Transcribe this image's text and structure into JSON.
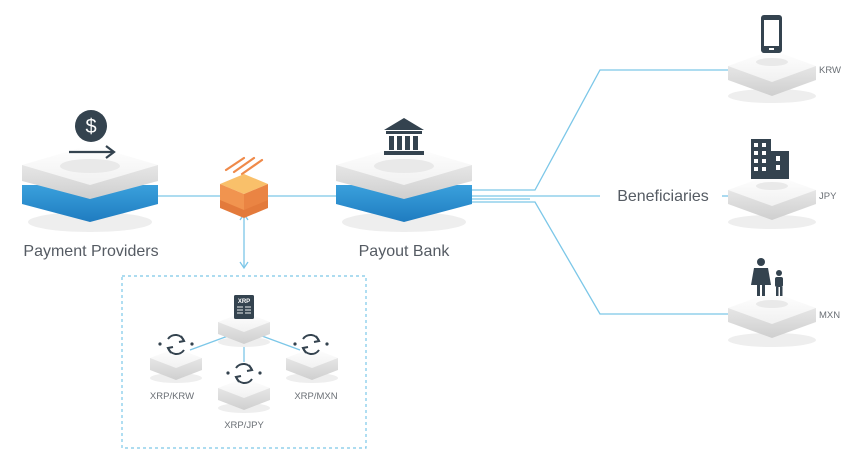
{
  "labels": {
    "payment_providers": "Payment Providers",
    "payout_bank": "Payout Bank",
    "beneficiaries": "Beneficiaries"
  },
  "currencies": {
    "krw": "KRW",
    "jpy": "JPY",
    "mxn": "MXN"
  },
  "pairs": {
    "xrp_krw": "XRP/KRW",
    "xrp_jpy": "XRP/JPY",
    "xrp_mxn": "XRP/MXN"
  },
  "ledger_badge": "XRP",
  "colors": {
    "line": "#7cc7e8",
    "icon_dark": "#34434f",
    "platform_blue": "#2f8fd0",
    "platform_gray": "#dcdcdc",
    "xrp_orange": "#ef8a4a"
  }
}
